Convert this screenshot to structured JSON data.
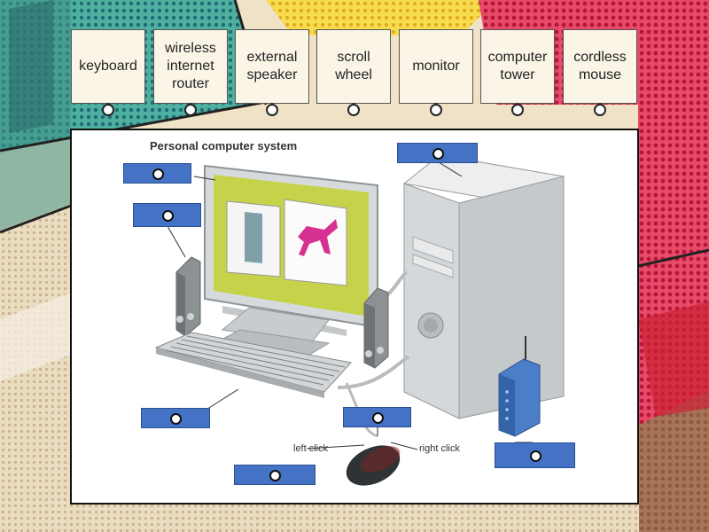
{
  "labels": [
    {
      "id": "keyboard",
      "text_line1": "keyboard",
      "text_line2": "",
      "text_line3": ""
    },
    {
      "id": "wireless-internet-router",
      "text_line1": "wireless",
      "text_line2": "internet",
      "text_line3": "router"
    },
    {
      "id": "external-speaker",
      "text_line1": "external",
      "text_line2": "speaker",
      "text_line3": ""
    },
    {
      "id": "scroll-wheel",
      "text_line1": "scroll",
      "text_line2": "wheel",
      "text_line3": ""
    },
    {
      "id": "monitor",
      "text_line1": "monitor",
      "text_line2": "",
      "text_line3": ""
    },
    {
      "id": "computer-tower",
      "text_line1": "computer",
      "text_line2": "tower",
      "text_line3": ""
    },
    {
      "id": "cordless-mouse",
      "text_line1": "cordless",
      "text_line2": "mouse",
      "text_line3": ""
    }
  ],
  "diagram": {
    "title": "Personal computer system",
    "left_click": "left click",
    "right_click": "right click"
  },
  "colors": {
    "drop_zone": "#4472c4",
    "tile_bg": "#faf5e6",
    "background_red": "#d62a4a",
    "background_teal": "#2f8c86",
    "background_yellow": "#f2d43a"
  }
}
